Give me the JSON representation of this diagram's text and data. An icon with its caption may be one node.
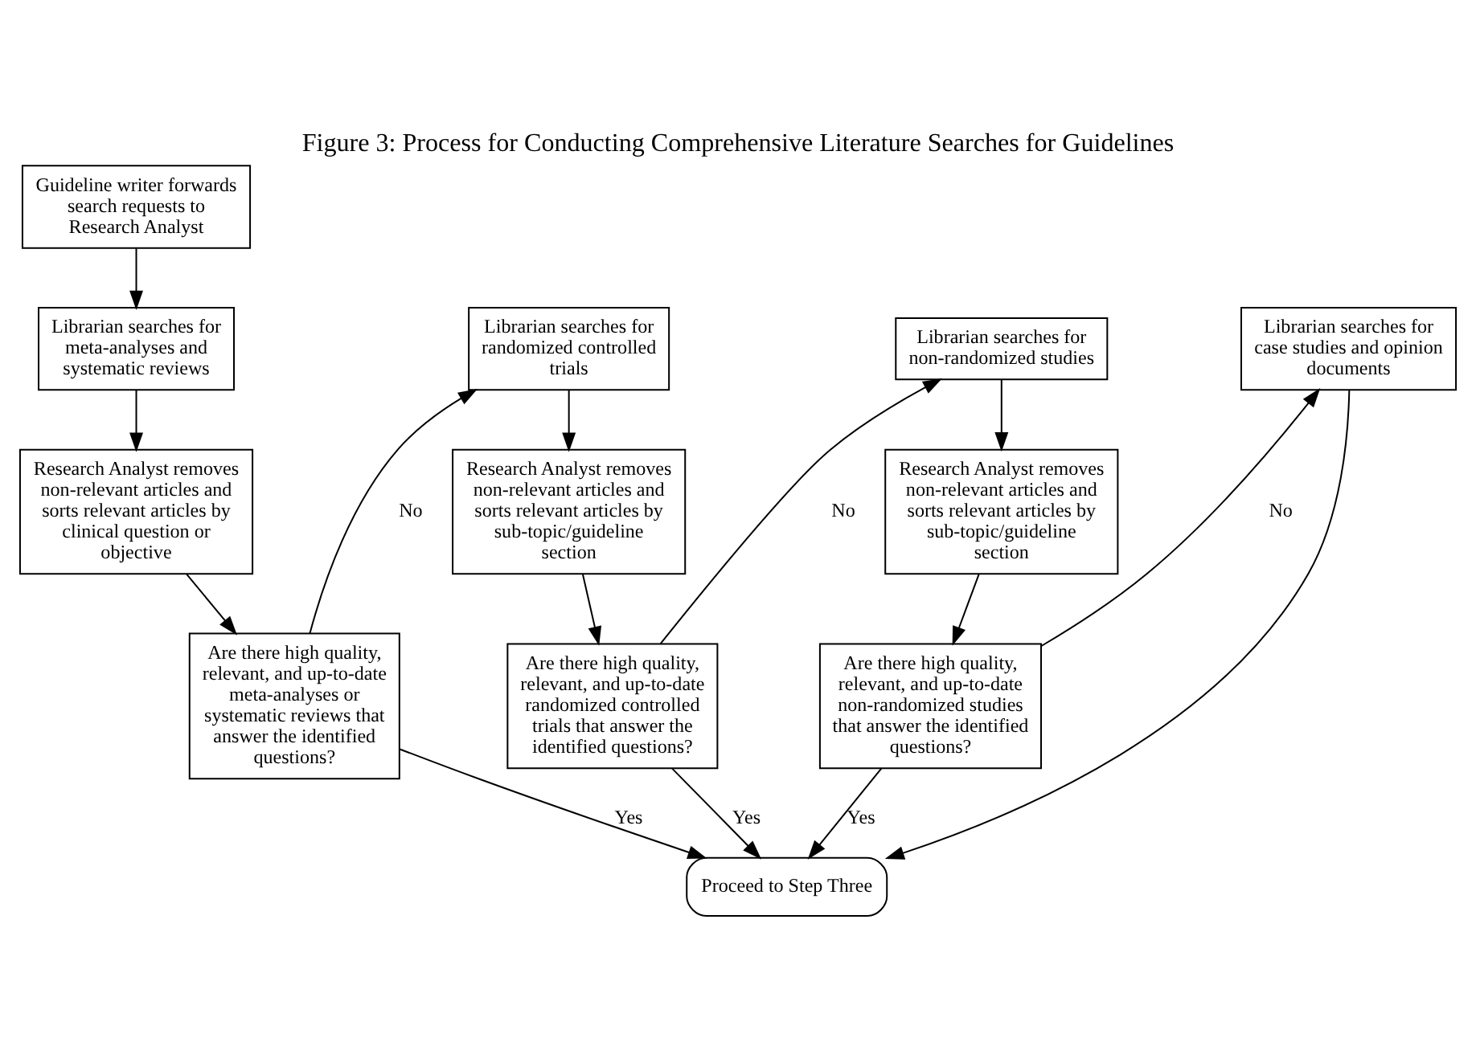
{
  "diagram": {
    "title": "Figure 3: Process for Conducting Comprehensive Literature Searches for Guidelines",
    "nodes": [
      {
        "text": [
          "Guideline writer forwards search requests to Research Analyst"
        ]
      },
      {
        "text": [
          "Librarian searches for meta-analyses and systematic reviews"
        ]
      },
      {
        "text": [
          "Research Analyst removes non-relevant articles and sorts relevant articles by clinical question or objective"
        ]
      },
      {
        "text": [
          "Are there high quality, relevant, and up-to-date meta-analyses or systematic reviews that answer the identified questions?"
        ]
      },
      {
        "text": [
          "Librarian searches for randomized controlled trials"
        ]
      },
      {
        "text": [
          "Research Analyst removes non-relevant articles and sorts relevant articles by sub-topic/guideline section"
        ]
      },
      {
        "text": [
          "Are there high quality, relevant, and up-to-date randomized controlled trials that answer the identified questions?"
        ]
      },
      {
        "text": [
          "Librarian searches for non-randomized studies"
        ]
      },
      {
        "text": [
          "Research Analyst removes non-relevant articles and sorts relevant articles by sub-topic/guideline section"
        ]
      },
      {
        "text": [
          "Are there high quality, relevant, and up-to-date non-randomized studies that answer the identified questions?"
        ]
      },
      {
        "text": [
          "Librarian searches for case studies and opinion documents"
        ]
      },
      {
        "text": [
          "Proceed to Step Three"
        ]
      }
    ],
    "edges": [
      {
        "from": 0,
        "to": 1,
        "arrow": "to"
      },
      {
        "from": 1,
        "to": 2,
        "arrow": "to"
      },
      {
        "from": 2,
        "to": 3,
        "arrow": "to"
      },
      {
        "from": 3,
        "to": 4,
        "arrow": "to",
        "label": "No"
      },
      {
        "from": 4,
        "to": 5,
        "arrow": "to"
      },
      {
        "from": 5,
        "to": 6,
        "arrow": "to"
      },
      {
        "from": 6,
        "to": 7,
        "arrow": "to",
        "label": "No"
      },
      {
        "from": 7,
        "to": 8,
        "arrow": "to"
      },
      {
        "from": 8,
        "to": 9,
        "arrow": "to"
      },
      {
        "from": 9,
        "to": 10,
        "arrow": "to",
        "label": "No"
      },
      {
        "from": 3,
        "to": 11,
        "arrow": "to",
        "label": "Yes"
      },
      {
        "from": 6,
        "to": 11,
        "arrow": "to",
        "label": "Yes"
      },
      {
        "from": 9,
        "to": 11,
        "arrow": "to",
        "label": "Yes"
      },
      {
        "from": 10,
        "to": 11,
        "arrow": "to"
      }
    ]
  }
}
